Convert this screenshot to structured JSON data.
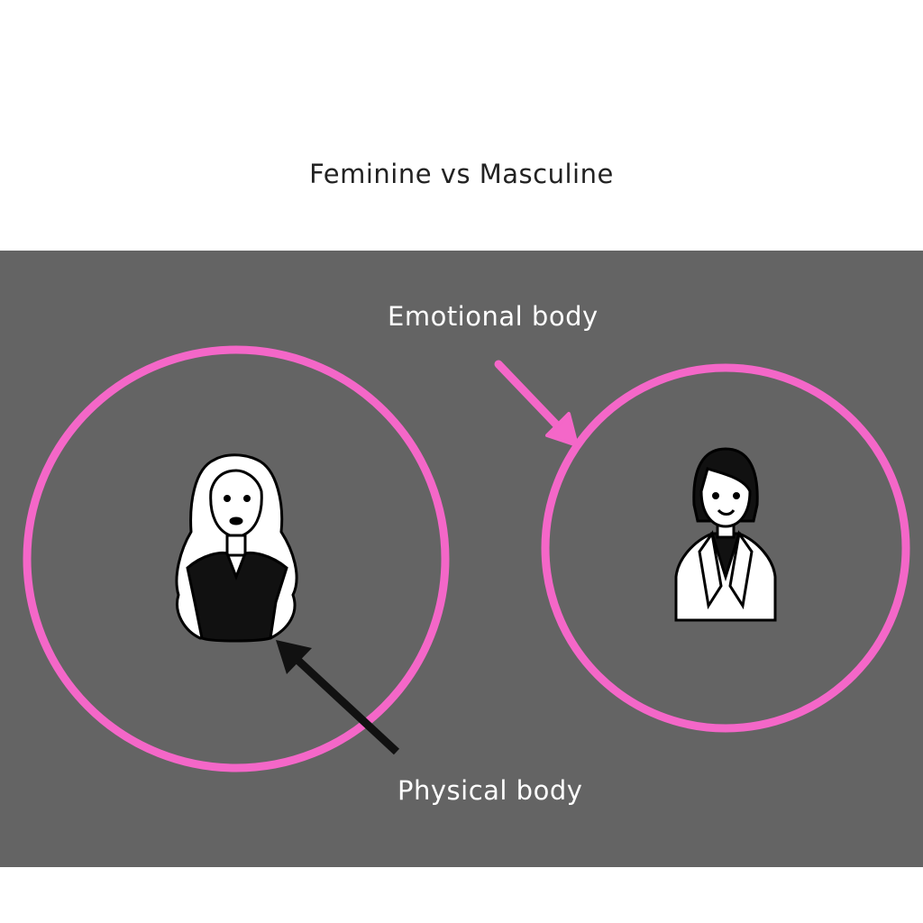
{
  "title": "Feminine vs Masculine",
  "labels": {
    "emotional": "Emotional body",
    "physical": "Physical body"
  },
  "figures": {
    "left": "woman-icon",
    "right": "man-icon"
  },
  "colors": {
    "panel": "#646464",
    "circle": "#f467c8",
    "emotional_arrow": "#f467c8",
    "physical_arrow": "#111111"
  }
}
